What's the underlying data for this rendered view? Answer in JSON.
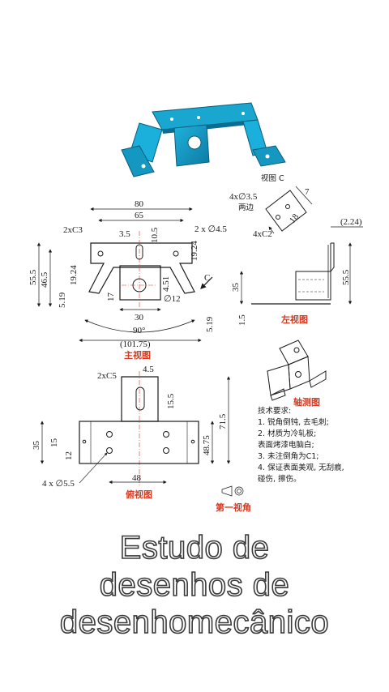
{
  "views": {
    "view_c": "视图 C",
    "left_view": "左视图",
    "main_view": "主视图",
    "top_view": "俯视图",
    "iso_view": "轴测图",
    "first_angle": "第一视角"
  },
  "view_c_dims": {
    "holes": "4x∅3.5",
    "holes_note": "两边",
    "chamfer": "4xC2",
    "d7": "7",
    "d18": "18"
  },
  "main_dims": {
    "w80": "80",
    "w65": "65",
    "c3": "2xC3",
    "d35": "3.5",
    "d105": "10.5",
    "holes": "2 x ∅4.5",
    "h555": "55.5",
    "h465": "46.5",
    "h1924": "19.24",
    "h519": "5.19",
    "h1924r": "19.24",
    "h451": "4.51",
    "d12": "∅12",
    "h17": "17",
    "w30": "30",
    "a90": "90°",
    "w10175": "(101.75)",
    "h519r": "5.19",
    "c": "C"
  },
  "left_dims": {
    "t224": "(2.24)",
    "h35": "35",
    "h15": "1.5",
    "h555": "55.5"
  },
  "top_dims": {
    "c5": "2xC5",
    "w45": "4.5",
    "h155": "15.5",
    "h35": "35",
    "h15": "15",
    "h12": "12",
    "h4875": "48.75",
    "h715": "71.5",
    "w48": "48",
    "holes": "4 x ∅5.5"
  },
  "tech": {
    "title": "技术要求:",
    "lines": [
      "1. 锐角倒钝, 去毛刺;",
      "2. 材质为冷轧板;",
      "表面烤漆电脑白;",
      "3. 未注倒角为C1;",
      "4. 保证表面美观, 无刮痕,",
      "碰伤, 擦伤。"
    ]
  },
  "caption": {
    "line1": "Estudo de",
    "line2": "desenhos de",
    "line3": "desenhomecânico"
  },
  "colors": {
    "model": "#1a9fc8",
    "model_dark": "#0e6e92",
    "accent_red": "#d9381e",
    "dim_blue": "#2a5bd7"
  }
}
